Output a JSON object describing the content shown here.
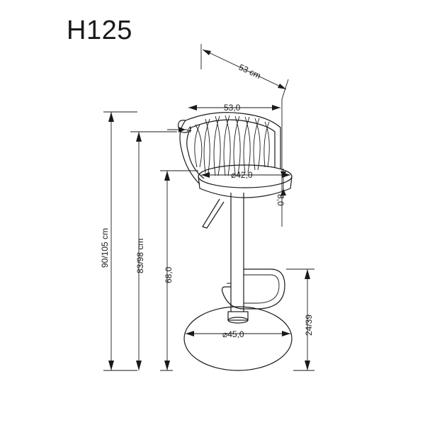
{
  "product": {
    "model": "H125"
  },
  "dimensions": {
    "overall_depth": "53 cm",
    "back_width": "53,0",
    "backrest_thickness": "4",
    "seat_diameter": "⌀42,0",
    "seat_thickness": "8,0",
    "total_height": "90/105 cm",
    "backrest_height": "83/98 cm",
    "seat_height": "68,0",
    "footrest_height": "24/39",
    "base_diameter": "⌀45,0"
  }
}
